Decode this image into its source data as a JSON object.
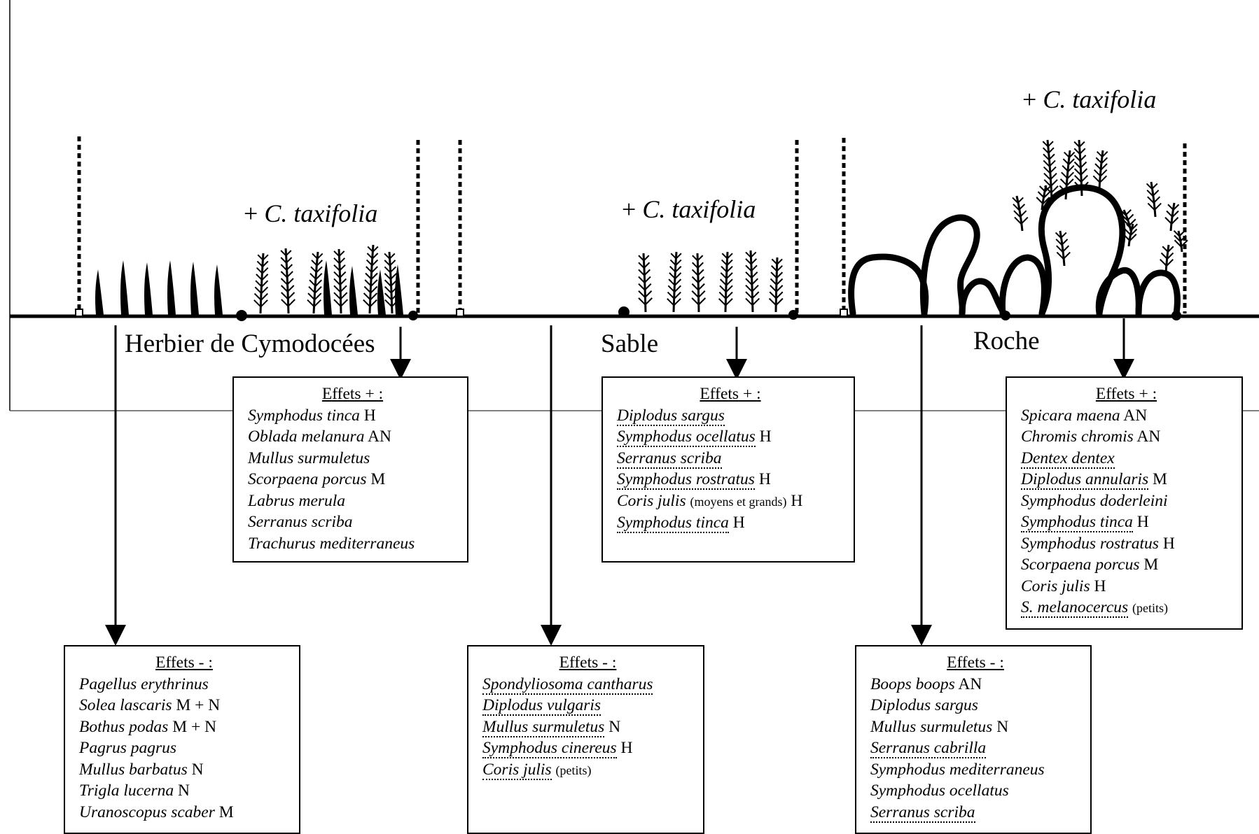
{
  "habitats": {
    "cymodocea": "Herbier de Cymodocées",
    "sand": "Sable",
    "rock": "Roche"
  },
  "taxifolia_label": {
    "prefix": "+ ",
    "species": "C. taxifolia"
  },
  "boxes": {
    "cymo_plus": {
      "title": "Effets + :",
      "rows": [
        {
          "species": "Symphodus tinca",
          "code": "H",
          "note": "",
          "underlined": false
        },
        {
          "species": "Oblada melanura",
          "code": "AN",
          "note": "",
          "underlined": false
        },
        {
          "species": "Mullus surmuletus",
          "code": "",
          "note": "",
          "underlined": false
        },
        {
          "species": "Scorpaena porcus",
          "code": "M",
          "note": "",
          "underlined": false
        },
        {
          "species": "Labrus merula",
          "code": "",
          "note": "",
          "underlined": false
        },
        {
          "species": "Serranus scriba",
          "code": "",
          "note": "",
          "underlined": false
        },
        {
          "species": "Trachurus mediterraneus",
          "code": "",
          "note": "",
          "underlined": false
        }
      ]
    },
    "sand_plus": {
      "title": "Effets + :",
      "rows": [
        {
          "species": "Diplodus sargus",
          "code": "",
          "note": "",
          "underlined": true
        },
        {
          "species": "Symphodus ocellatus",
          "code": "H",
          "note": "",
          "underlined": true
        },
        {
          "species": "Serranus scriba",
          "code": "",
          "note": "",
          "underlined": true
        },
        {
          "species": "Symphodus rostratus",
          "code": "H",
          "note": "",
          "underlined": true
        },
        {
          "species": "Coris julis",
          "code": "H",
          "note": "(moyens et grands)",
          "underlined": false
        },
        {
          "species": "Symphodus tinca",
          "code": "H",
          "note": "",
          "underlined": true
        }
      ]
    },
    "rock_plus": {
      "title": "Effets + :",
      "rows": [
        {
          "species": "Spicara maena",
          "code": "AN",
          "note": "",
          "underlined": false
        },
        {
          "species": "Chromis chromis",
          "code": "AN",
          "note": "",
          "underlined": false
        },
        {
          "species": "Dentex dentex",
          "code": "",
          "note": "",
          "underlined": true
        },
        {
          "species": "Diplodus annularis",
          "code": "M",
          "note": "",
          "underlined": true
        },
        {
          "species": "Symphodus doderleini",
          "code": "",
          "note": "",
          "underlined": false
        },
        {
          "species": "Symphodus tinca",
          "code": "H",
          "note": "",
          "underlined": true
        },
        {
          "species": "Symphodus rostratus",
          "code": "H",
          "note": "",
          "underlined": false
        },
        {
          "species": "Scorpaena porcus",
          "code": "M",
          "note": "",
          "underlined": false
        },
        {
          "species": "Coris julis",
          "code": "H",
          "note": "",
          "underlined": false
        },
        {
          "species": "S. melanocercus",
          "code": "",
          "note": "(petits)",
          "underlined": true
        }
      ]
    },
    "cymo_minus": {
      "title": "Effets - :",
      "rows": [
        {
          "species": "Pagellus erythrinus",
          "code": "",
          "note": "",
          "underlined": false
        },
        {
          "species": "Solea lascaris",
          "code": "M + N",
          "note": "",
          "underlined": false
        },
        {
          "species": "Bothus podas",
          "code": "M + N",
          "note": "",
          "underlined": false
        },
        {
          "species": "Pagrus pagrus",
          "code": "",
          "note": "",
          "underlined": false
        },
        {
          "species": "Mullus barbatus",
          "code": "N",
          "note": "",
          "underlined": false
        },
        {
          "species": "Trigla lucerna",
          "code": "N",
          "note": "",
          "underlined": false
        },
        {
          "species": "Uranoscopus scaber",
          "code": "M",
          "note": "",
          "underlined": false
        }
      ]
    },
    "sand_minus": {
      "title": "Effets - :",
      "rows": [
        {
          "species": "Spondyliosoma cantharus",
          "code": "",
          "note": "",
          "underlined": true
        },
        {
          "species": "Diplodus vulgaris",
          "code": "",
          "note": "",
          "underlined": true
        },
        {
          "species": "Mullus surmuletus",
          "code": "N",
          "note": "",
          "underlined": true
        },
        {
          "species": "Symphodus cinereus",
          "code": "H",
          "note": "",
          "underlined": true
        },
        {
          "species": "Coris julis",
          "code": "",
          "note": "(petits)",
          "underlined": true
        }
      ]
    },
    "rock_minus": {
      "title": "Effets - :",
      "rows": [
        {
          "species": "Boops boops",
          "code": "AN",
          "note": "",
          "underlined": false
        },
        {
          "species": "Diplodus sargus",
          "code": "",
          "note": "",
          "underlined": false
        },
        {
          "species": "Mullus surmuletus",
          "code": "N",
          "note": "",
          "underlined": false
        },
        {
          "species": "Serranus cabrilla",
          "code": "",
          "note": "",
          "underlined": true
        },
        {
          "species": "Symphodus mediterraneus",
          "code": "",
          "note": "",
          "underlined": false
        },
        {
          "species": "Symphodus ocellatus",
          "code": "",
          "note": "",
          "underlined": false
        },
        {
          "species": "Serranus scriba",
          "code": "",
          "note": "",
          "underlined": true
        }
      ]
    }
  }
}
